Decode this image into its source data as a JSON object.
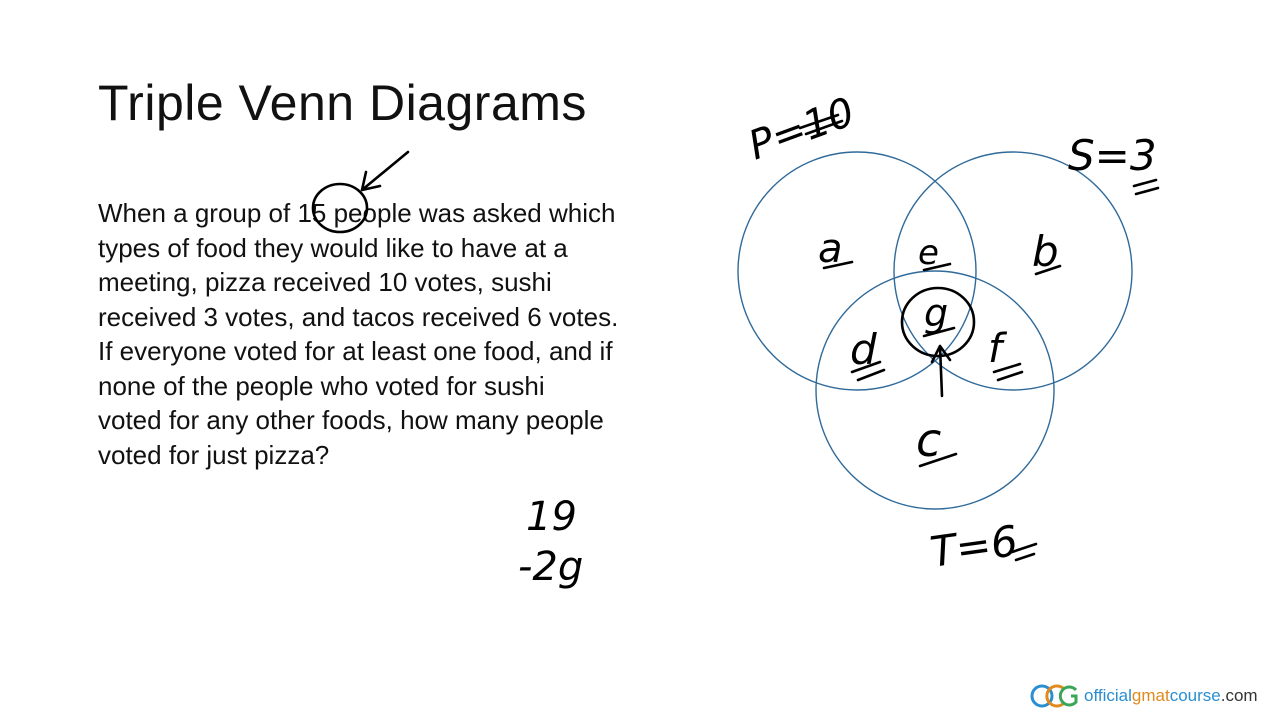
{
  "title": "Triple Venn Diagrams",
  "problem_lines": [
    "When a group of 15 people was asked which",
    "types of food they would like to have at a",
    "meeting, pizza received 10 votes, sushi",
    "received 3 votes, and tacos received 6 votes.",
    "If everyone voted for at least one food, and if",
    "none of the people who voted for sushi",
    "voted for any other foods, how many people",
    "voted for just pizza?"
  ],
  "venn": {
    "set_labels": {
      "pizza": "P=10",
      "sushi": "S=3",
      "tacos": "T=6"
    },
    "regions": {
      "a": "a",
      "b": "b",
      "c": "c",
      "d": "d",
      "e": "e",
      "f": "f",
      "g": "g"
    },
    "circle_color": "#2f6a9a"
  },
  "scratch": {
    "line1": "19",
    "line2": "-2g"
  },
  "logo": {
    "part1": "official",
    "part2": "gmat",
    "part3": "course",
    "part4": ".com",
    "colors": [
      "#2a8fd0",
      "#e08a1e",
      "#3aa657"
    ]
  }
}
